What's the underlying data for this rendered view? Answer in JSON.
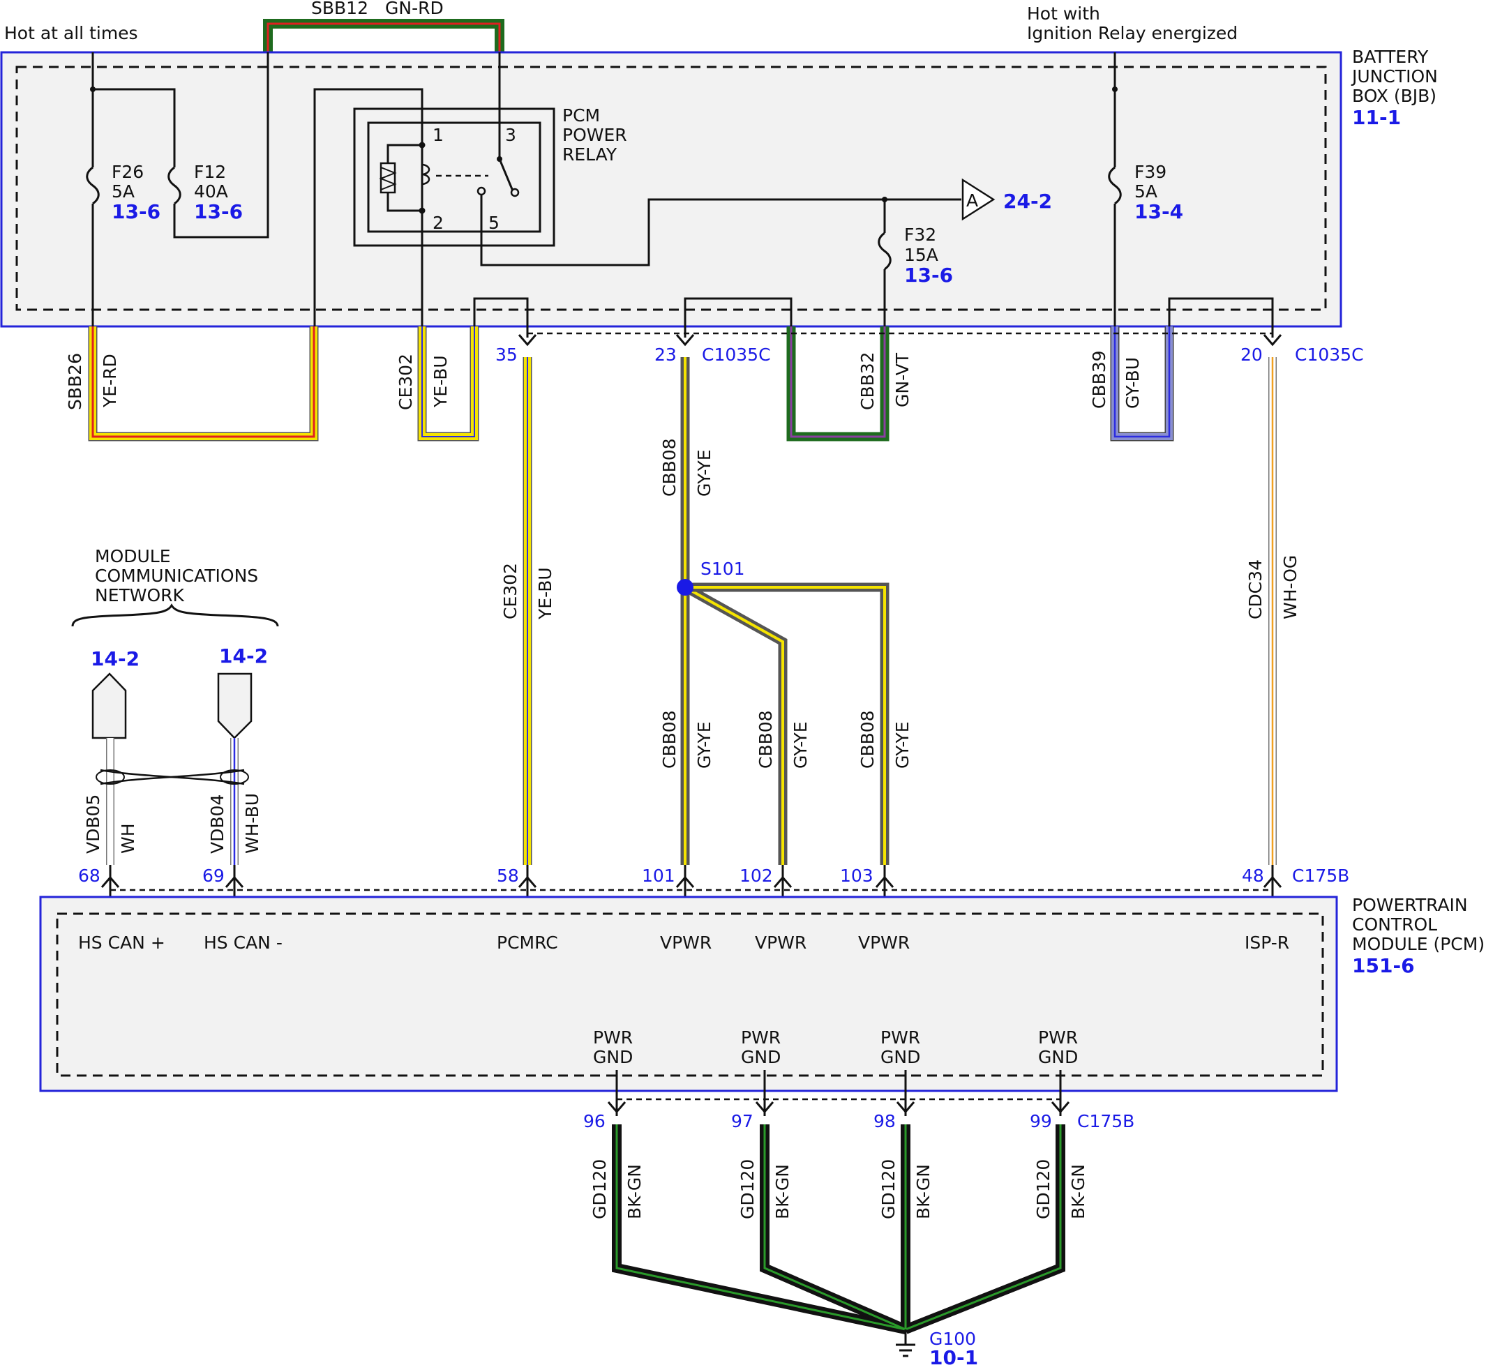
{
  "headers": {
    "hot_all_times": "Hot at all times",
    "hot_ignition_1": "Hot with",
    "hot_ignition_2": "Ignition Relay energized"
  },
  "top_wire": {
    "circuit": "SBB12",
    "color": "GN-RD"
  },
  "bjb": {
    "title_lines": [
      "BATTERY",
      "JUNCTION",
      "BOX (BJB)"
    ],
    "ref": "11-1",
    "fuses": [
      {
        "name": "F26",
        "rating": "5A",
        "ref": "13-6"
      },
      {
        "name": "F12",
        "rating": "40A",
        "ref": "13-6"
      },
      {
        "name": "F32",
        "rating": "15A",
        "ref": "13-6"
      },
      {
        "name": "F39",
        "rating": "5A",
        "ref": "13-4"
      }
    ],
    "relay": {
      "title_lines": [
        "PCM",
        "POWER",
        "RELAY"
      ],
      "pins": [
        "1",
        "2",
        "3",
        "5"
      ]
    },
    "connector_A": {
      "letter": "A",
      "ref": "24-2"
    }
  },
  "loops": [
    {
      "circuit": "SBB26",
      "color": "YE-RD"
    },
    {
      "circuit": "CE302",
      "color": "YE-BU"
    },
    {
      "circuit": "CBB32",
      "color": "GN-VT"
    },
    {
      "circuit": "CBB39",
      "color": "GY-BU"
    }
  ],
  "c1035c": {
    "name": "C1035C",
    "pins": [
      "35",
      "23",
      "20"
    ]
  },
  "wires": {
    "ce302": {
      "circuit": "CE302",
      "color": "YE-BU"
    },
    "cbb08_top": {
      "circuit": "CBB08",
      "color": "GY-YE"
    },
    "cbb08_a": {
      "circuit": "CBB08",
      "color": "GY-YE"
    },
    "cbb08_b": {
      "circuit": "CBB08",
      "color": "GY-YE"
    },
    "cbb08_c": {
      "circuit": "CBB08",
      "color": "GY-YE"
    },
    "cdc34": {
      "circuit": "CDC34",
      "color": "WH-OG"
    },
    "vdb05": {
      "circuit": "VDB05",
      "color": "WH"
    },
    "vdb04": {
      "circuit": "VDB04",
      "color": "WH-BU"
    }
  },
  "splice": {
    "name": "S101"
  },
  "network": {
    "title_lines": [
      "MODULE",
      "COMMUNICATIONS",
      "NETWORK"
    ],
    "refs": [
      "14-2",
      "14-2"
    ]
  },
  "c175b": {
    "name": "C175B",
    "pins": [
      "68",
      "69",
      "58",
      "101",
      "102",
      "103",
      "48"
    ],
    "gnd_pins": [
      "96",
      "97",
      "98",
      "99"
    ]
  },
  "pcm": {
    "title_lines": [
      "POWERTRAIN",
      "CONTROL",
      "MODULE (PCM)"
    ],
    "ref": "151-6",
    "signals": [
      "HS CAN +",
      "HS CAN -",
      "PCMRC",
      "VPWR",
      "VPWR",
      "VPWR",
      "ISP-R"
    ],
    "gnd_label_1": "PWR",
    "gnd_label_2": "GND"
  },
  "ground": {
    "circuit": "GD120",
    "color": "BK-GN",
    "name": "G100",
    "ref": "10-1"
  },
  "colors": {
    "ref_blue": "#1a1ae6",
    "box_blue": "#2323d9",
    "box_fill": "#f2f2f2"
  }
}
